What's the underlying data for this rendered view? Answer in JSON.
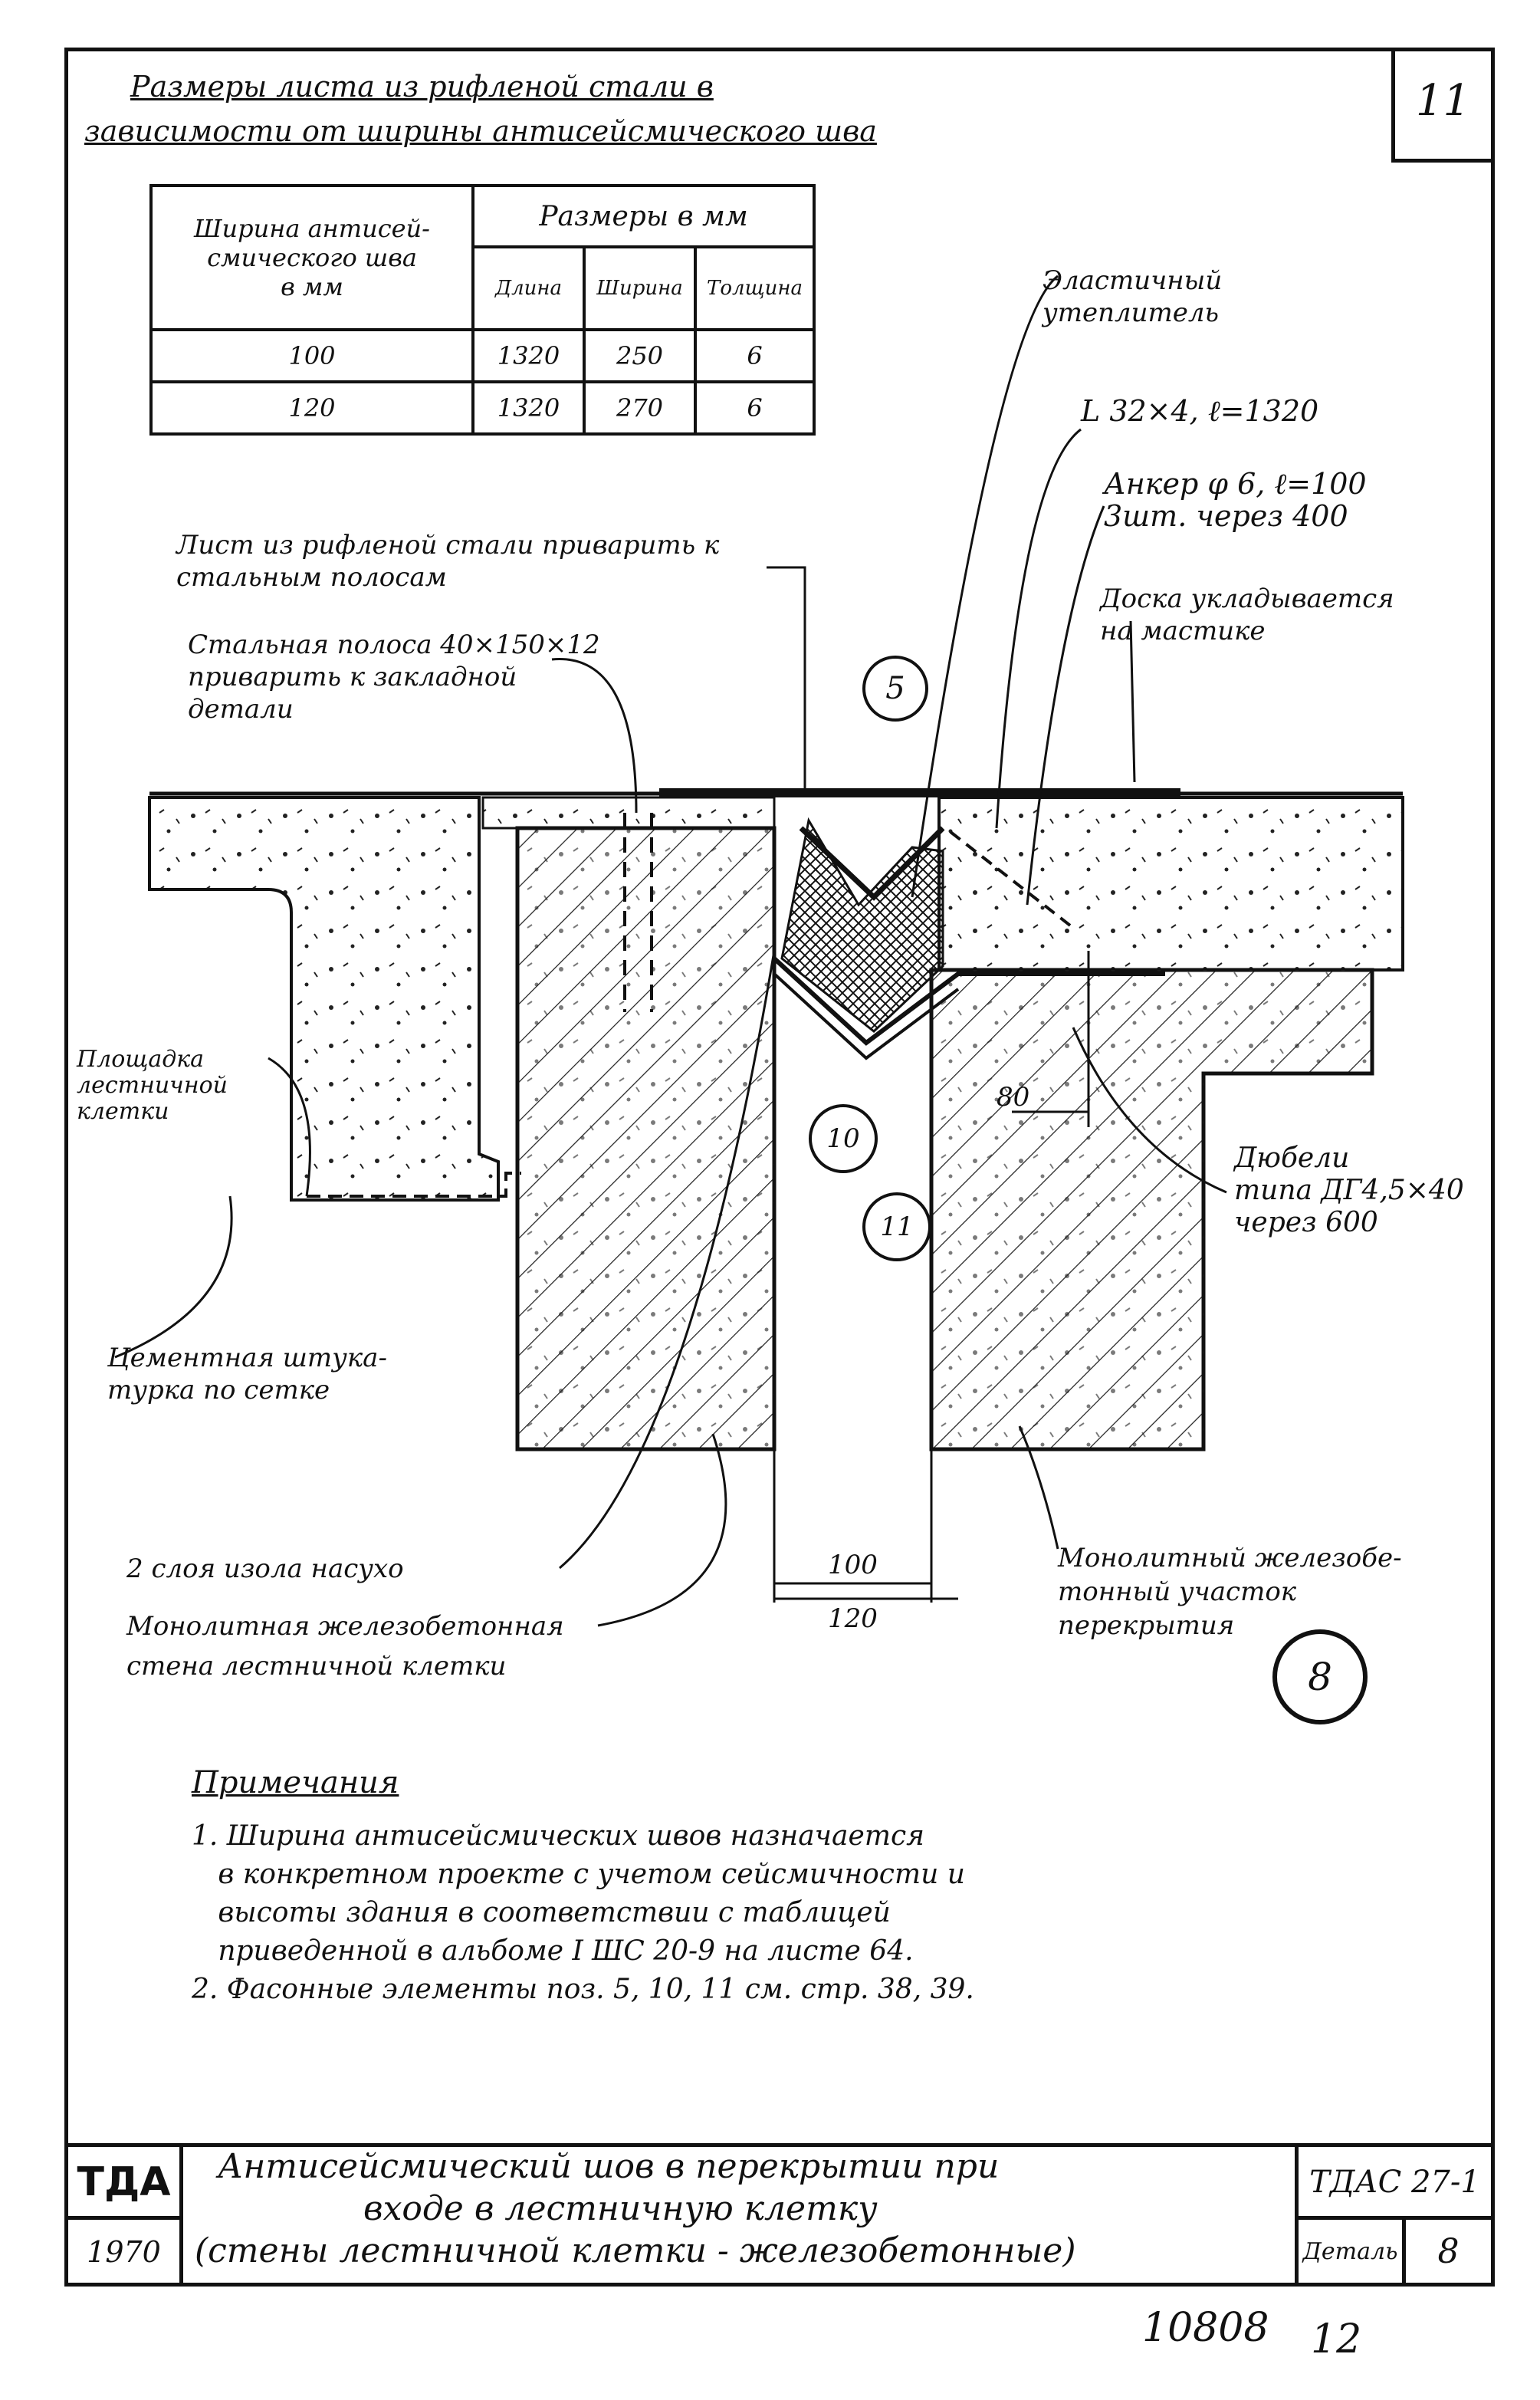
{
  "header": {
    "title_line1": "Размеры листа из рифленой стали в",
    "title_line2": "зависимости от ширины антисейсмического шва",
    "sheet_number": "11"
  },
  "table": {
    "col1_header": "Ширина антисей-\nсмического шва\nв мм",
    "group_header": "Размеры в мм",
    "sub_headers": [
      "Длина",
      "Ширина",
      "Толщина"
    ],
    "rows": [
      [
        "100",
        "1320",
        "250",
        "6"
      ],
      [
        "120",
        "1320",
        "270",
        "6"
      ]
    ]
  },
  "labels": {
    "elastic": "Эластичный\nутеплитель",
    "angle": "L 32×4, ℓ=1320",
    "anchor": "Анкер φ 6, ℓ=100\n3шт. через 400",
    "board": "Доска укладывается\nна мастике",
    "sheet_weld": "Лист из рифленой стали приварить к\nстальным полосам",
    "strip": "Стальная полоса 40×150×12\nприварить к закладной\nдетали",
    "landing": "Площадка\nлестничной\nклетки",
    "plaster": "Цементная штука-\nтурка по сетке",
    "isol": "2 слоя изола насухо",
    "wall": "Монолитная железобетонная\nстена лестничной клетки",
    "dowels": "Дюбели\nтипа ДГ4,5×40\nчерез 600",
    "slab": "Монолитный железобе-\nтонный участок\nперекрытия",
    "dim_80": "80",
    "dim_100": "100",
    "dim_120": "120",
    "pos_5": "5",
    "pos_10": "10",
    "pos_11": "11",
    "detail_8": "8"
  },
  "notes": {
    "heading": "Примечания",
    "note1": "1. Ширина антисейсмических швов назначается\n   в конкретном проекте с учетом сейсмичности и\n   высоты здания в соответствии с таблицей\n   приведенной в альбоме I ШС 20-9 на листе 64.",
    "note2": "2. Фасонные элементы поз. 5, 10, 11 см. стр. 38, 39."
  },
  "stamp": {
    "org": "ТДА",
    "year": "1970",
    "title_line1": "Антисейсмический шов в перекрытии при",
    "title_line2": "входе в лестничную клетку",
    "title_line3": "(стены лестничной клетки - железобетонные)",
    "code": "ТДАС 27-1",
    "detail_label": "Деталь",
    "detail_value": "8"
  },
  "footer": {
    "archive": "10808",
    "page": "12"
  }
}
